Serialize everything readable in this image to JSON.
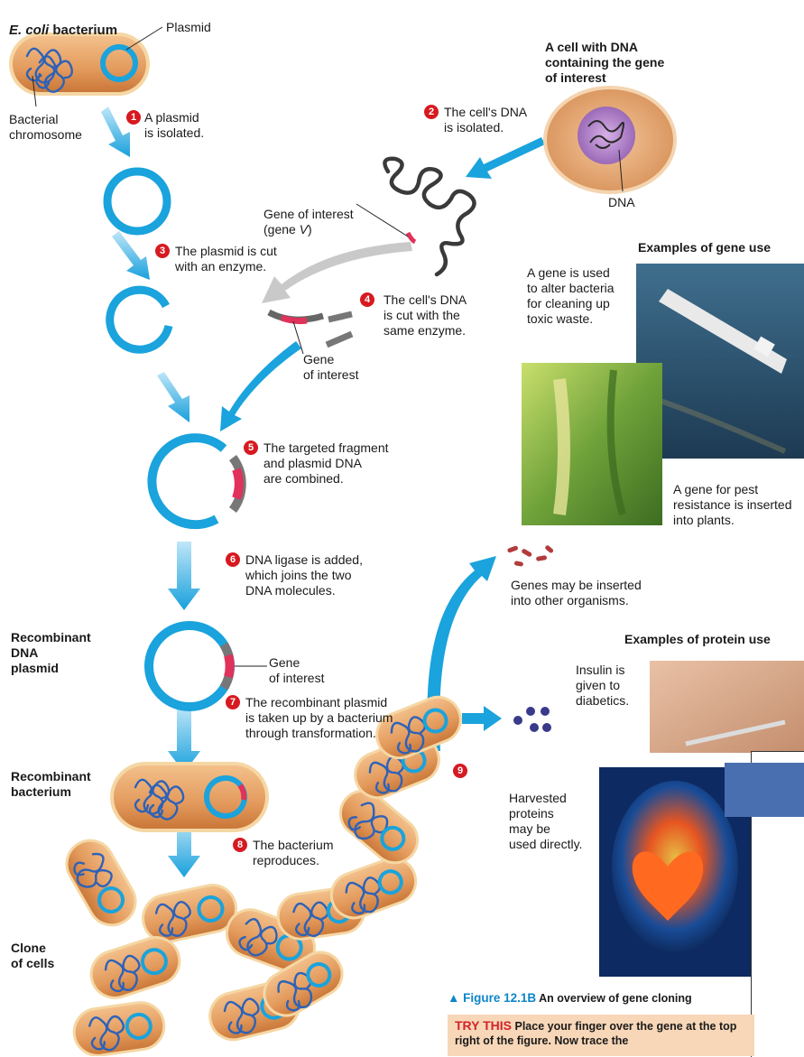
{
  "labels": {
    "ecoli": "E. coli",
    "ecoli_suffix": " bacterium",
    "plasmid": "Plasmid",
    "bacterial_chromosome": "Bacterial\nchromosome",
    "cell_with_dna": "A cell with DNA\ncontaining the gene\nof interest",
    "dna": "DNA",
    "gene_of_interest_v_1": "Gene of interest\n(gene ",
    "gene_v": "V",
    "gene_of_interest_v_2": ")",
    "gene_of_interest_frag": "Gene\nof interest",
    "gene_of_interest_plasmid": "Gene\nof interest",
    "recombinant_dna_plasmid": "Recombinant\nDNA\nplasmid",
    "recombinant_bacterium": "Recombinant\nbacterium",
    "clone_of_cells": "Clone\nof cells",
    "examples_gene_use": "Examples of gene use",
    "examples_protein_use": "Examples of protein use",
    "gene_bacteria_waste": "A gene is used\nto alter bacteria\nfor cleaning up\ntoxic waste.",
    "gene_pest_resistance": "A gene for pest\nresistance is inserted\ninto plants.",
    "genes_inserted": "Genes may be inserted\ninto other organisms.",
    "insulin": "Insulin is\ngiven to\ndiabetics.",
    "harvested_proteins": "Harvested\nproteins\nmay be\nused directly."
  },
  "steps": [
    {
      "num": "1",
      "text": "A plasmid\nis isolated."
    },
    {
      "num": "2",
      "text": "The cell's DNA\nis isolated."
    },
    {
      "num": "3",
      "text": "The plasmid is cut\nwith an enzyme."
    },
    {
      "num": "4",
      "text": "The cell's DNA\nis cut with the\nsame enzyme."
    },
    {
      "num": "5",
      "text": "The targeted fragment\nand plasmid DNA\nare combined."
    },
    {
      "num": "6",
      "text": "DNA ligase is added,\nwhich joins the two\nDNA molecules."
    },
    {
      "num": "7",
      "text": "The recombinant plasmid\nis taken up by a bacterium\nthrough transformation."
    },
    {
      "num": "8",
      "text": "The bacterium\nreproduces."
    },
    {
      "num": "9",
      "text": ""
    }
  ],
  "caption": {
    "figure": "▲ Figure 12.1B",
    "text": " An overview of gene cloning"
  },
  "try_this": {
    "heading": "TRY THIS",
    "text": " Place your finger over the gene at the top right of the figure. Now trace the"
  },
  "colors": {
    "plasmid_blue": "#1aa3dc",
    "chromosome_blue": "#2d62b8",
    "step_red": "#d71920",
    "gene_red": "#e0325a",
    "cell_tan": "#e8a064",
    "figure_blue": "#0e86c8",
    "try_bg": "#f7d7b8"
  }
}
